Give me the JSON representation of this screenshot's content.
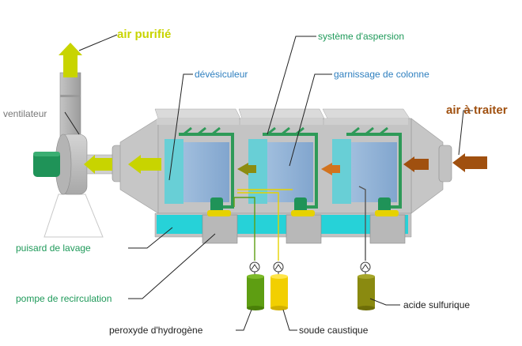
{
  "labels": {
    "air_purifie": "air purifié",
    "air_a_traiter": "air à traiter",
    "ventilateur": "ventilateur",
    "devesiculeur": "dévésiculeur",
    "systeme_aspersion": "système d'aspersion",
    "garnissage_colonne": "garnissage de colonne",
    "puisard_lavage": "puisard de lavage",
    "pompe_recirculation": "pompe de recirculation",
    "peroxyde_hydrogene": "peroxyde d'hydrogène",
    "soude_caustique": "soude caustique",
    "acide_sulfurique": "acide sulfurique"
  },
  "colors": {
    "purified_air": "#c8d400",
    "untreated_air": "#a0500f",
    "stage2_arrow": "#8c8c10",
    "stage3_arrow": "#d2731e",
    "demister": "#5ed0d8",
    "packing": "#8cb0d8",
    "spray_pipe": "#2e9a58",
    "sump_water": "#26d2d8",
    "label_blue": "#2e7fbf",
    "label_green": "#1f9a5a",
    "housing_gray": "#bcbcbc",
    "peroxide_tank": "#5e9e12",
    "caustic_tank": "#f2cf00",
    "acid_tank": "#8a8a10"
  },
  "icons": [
    "fan-motor-icon",
    "pump-icon",
    "flow-arrow-icon",
    "dosing-pump-icon",
    "chemical-tank-icon"
  ]
}
